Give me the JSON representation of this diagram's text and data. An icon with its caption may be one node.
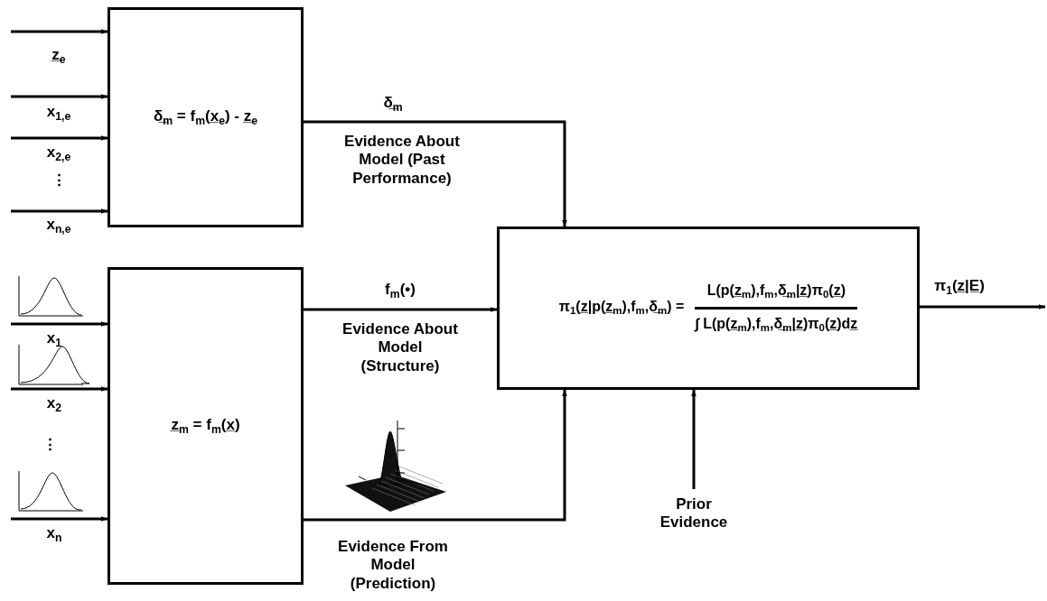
{
  "diagram": {
    "nodes": [
      {
        "text": [
          "δ̲$_{m}$ = f$_{m}$(x̲$_{e}$) - z̲$_{e}$"
        ]
      },
      {
        "text": [
          "z̲$_{m}$ = f$_{m}$(x̲)"
        ]
      },
      {
        "text": [
          "π$_{1}$(z̲|p(z̲$_{m}$),f$_{m}$,δ̲$_{m}$) =",
          "L(p(z̲$_{m}$),f$_{m}$,δ̲$_{m}$|z̲)π$_{0}$(z̲)",
          "∫ L(p(z̲$_{m}$),f$_{m}$,δ̲$_{m}$|z̲)π$_{0}$(z̲)dz̲"
        ]
      },
      {
        "text": [
          "Prior Evidence"
        ]
      }
    ],
    "edges": [
      {
        "from": null,
        "to": 0,
        "arrow": "to",
        "label": "z̲$_{e}$"
      },
      {
        "from": null,
        "to": 0,
        "arrow": "to",
        "label": "x$_{1,e}$"
      },
      {
        "from": null,
        "to": 0,
        "arrow": "to",
        "label": "x$_{2,e}$"
      },
      {
        "from": null,
        "to": 0,
        "arrow": "to",
        "label": "x$_{n,e}$"
      },
      {
        "from": null,
        "to": 1,
        "arrow": "to",
        "label": "x$_{1}$"
      },
      {
        "from": null,
        "to": 1,
        "arrow": "to",
        "label": "x$_{2}$"
      },
      {
        "from": null,
        "to": 1,
        "arrow": "to",
        "label": "x$_{n}$"
      },
      {
        "from": 0,
        "to": 2,
        "arrow": "to",
        "label": "δ̲$_{m}$"
      },
      {
        "from": 1,
        "to": 2,
        "arrow": "to",
        "label": "f$_{m}$(•)"
      },
      {
        "from": 1,
        "to": 2,
        "arrow": "to"
      },
      {
        "from": 3,
        "to": 2,
        "arrow": "to"
      },
      {
        "from": 2,
        "to": null,
        "arrow": "to",
        "label": "π$_{1}$(z̲|E̲)"
      }
    ],
    "labels": [
      "⋮",
      "Evidence About Model (Past Performance)",
      "Evidence About Model (Structure)",
      "⋮",
      "Evidence From Model (Prediction)"
    ]
  }
}
